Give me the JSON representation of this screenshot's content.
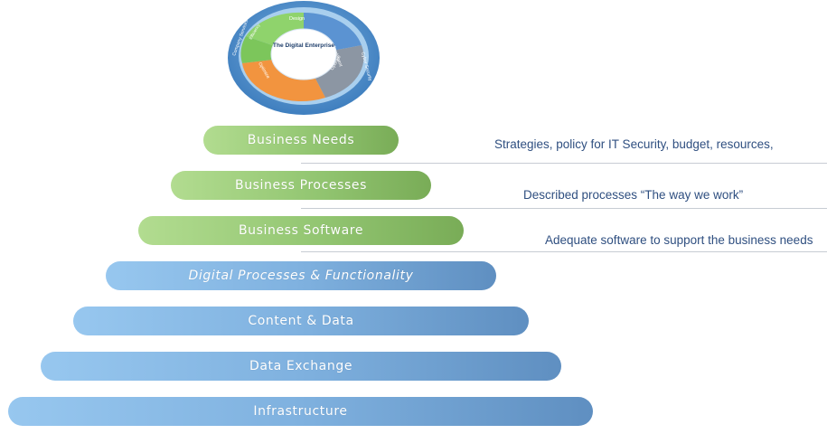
{
  "wheel": {
    "center_title": "The Digital Enterprise",
    "segments": [
      "Design",
      "Implement",
      "Operate",
      "Optimize"
    ],
    "outer_ring": [
      "Company Services",
      "Cyber Security"
    ],
    "inner_ring": [
      "Efficiency"
    ],
    "colors": {
      "outer_ring": "#4f8fc9",
      "light_ring": "#a6cdee",
      "green": "#8fd36c",
      "blue": "#5b93d2",
      "orange": "#f2943f",
      "gray": "#8c96a3"
    }
  },
  "layers": [
    {
      "label": "Business Needs",
      "color": "green"
    },
    {
      "label": "Business Processes",
      "color": "green"
    },
    {
      "label": "Business Software",
      "color": "green"
    },
    {
      "label": "Digital Processes & Functionality",
      "color": "blue"
    },
    {
      "label": "Content & Data",
      "color": "blue"
    },
    {
      "label": "Data Exchange",
      "color": "blue"
    },
    {
      "label": "Infrastructure",
      "color": "blue"
    }
  ],
  "descriptions": [
    "Strategies, policy for IT Security, budget, resources,",
    "Described processes “The way we work”",
    "Adequate software to support the business needs"
  ]
}
